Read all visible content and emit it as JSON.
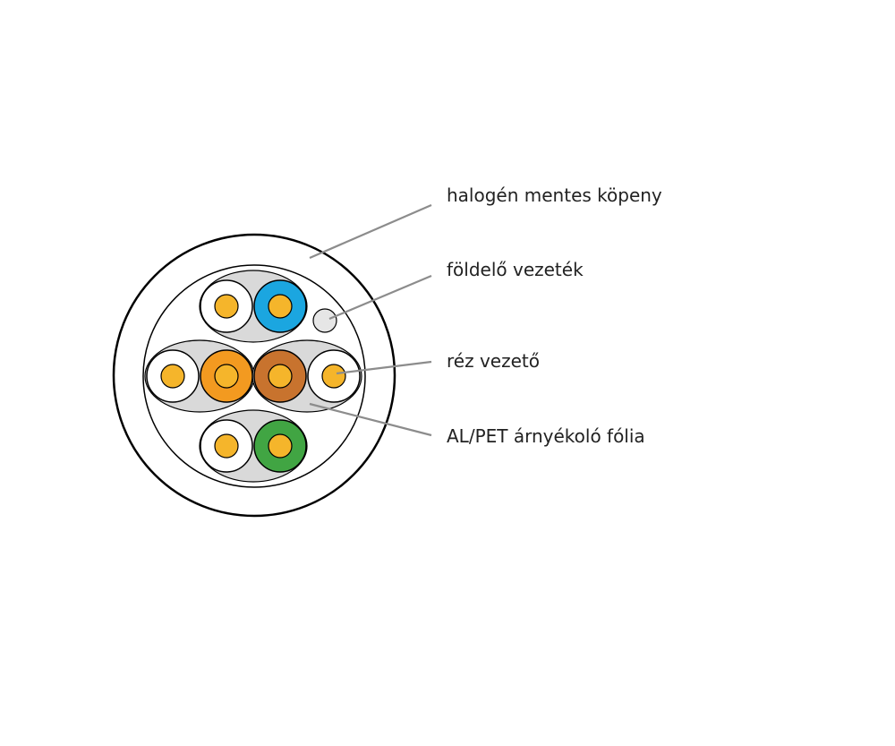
{
  "labels": {
    "jacket": "halogén mentes köpeny",
    "drain_wire": "földelő vezeték",
    "copper_conductor": "réz vezető",
    "shield_foil": "AL/PET árnyékoló fólia"
  },
  "colors": {
    "outline": "#000000",
    "jacket_fill": "#ffffff",
    "pair_foil": "#d9d9d9",
    "copper": "#f5b52b",
    "insulation_white": "#ffffff",
    "insulation_blue": "#1ba6e0",
    "insulation_orange": "#f39a20",
    "insulation_brown": "#c8732e",
    "insulation_green": "#41a543",
    "drain_wire": "#e6e6e6",
    "leader_line": "#8c8c8c"
  },
  "pairs": [
    {
      "name": "blue-pair",
      "conductors": [
        "white",
        "blue"
      ]
    },
    {
      "name": "orange-pair",
      "conductors": [
        "white",
        "orange"
      ]
    },
    {
      "name": "brown-pair",
      "conductors": [
        "brown",
        "white"
      ]
    },
    {
      "name": "green-pair",
      "conductors": [
        "white",
        "green"
      ]
    }
  ]
}
